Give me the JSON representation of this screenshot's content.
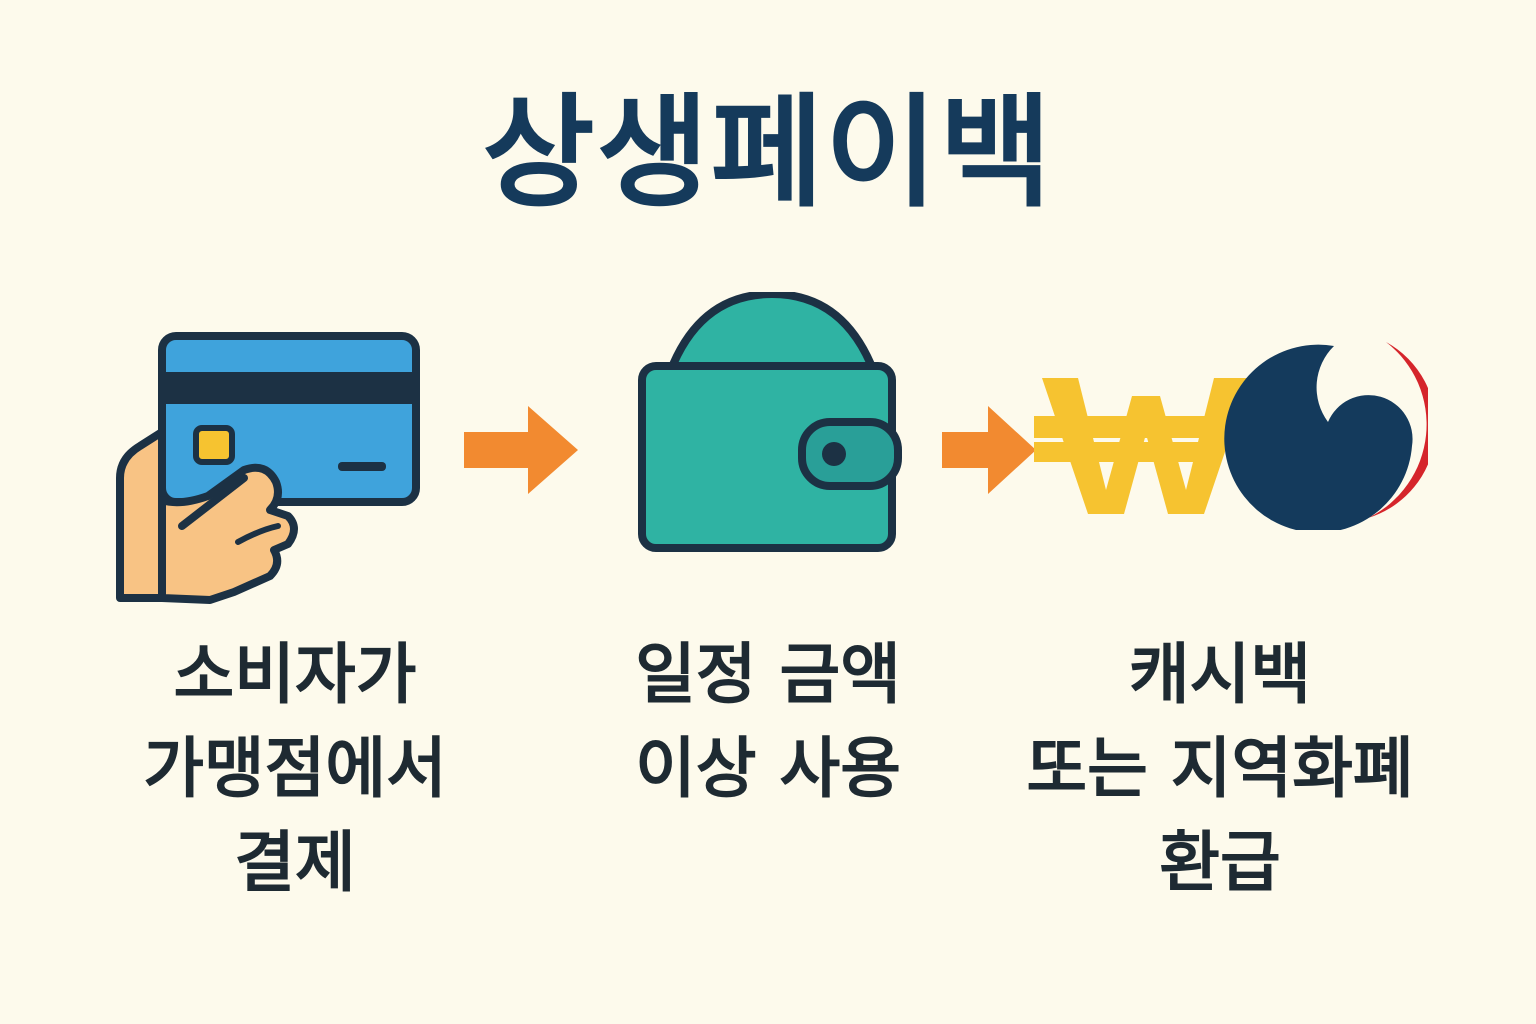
{
  "title": "상생페이백",
  "steps": [
    {
      "icon": "hand-holding-credit-card-icon",
      "lines": [
        "소비자가",
        "가맹점에서",
        "결제"
      ]
    },
    {
      "icon": "wallet-icon",
      "lines": [
        "일정 금액",
        "이상 사용"
      ]
    },
    {
      "icon": "won-currency-and-government-emblem-icon",
      "lines": [
        "캐시백",
        "또는 지역화폐",
        "환급"
      ]
    }
  ],
  "colors": {
    "background": "#fdfaec",
    "title": "#153a5b",
    "arrow": "#f28a30",
    "card": "#3fa3dc",
    "wallet": "#2fb3a3",
    "won": "#f6c330",
    "emblem_blue": "#143a5c",
    "emblem_red": "#d5252b"
  }
}
